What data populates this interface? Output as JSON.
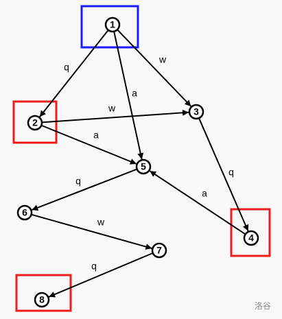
{
  "diagram": {
    "nodes": [
      {
        "id": "1",
        "label": "1",
        "highlight": "#1a1aff"
      },
      {
        "id": "2",
        "label": "2",
        "highlight": "#ee1c1c"
      },
      {
        "id": "3",
        "label": "3"
      },
      {
        "id": "4",
        "label": "4",
        "highlight": "#ee1c1c"
      },
      {
        "id": "5",
        "label": "5"
      },
      {
        "id": "6",
        "label": "6"
      },
      {
        "id": "7",
        "label": "7"
      },
      {
        "id": "8",
        "label": "8",
        "highlight": "#ee1c1c"
      }
    ],
    "edges": [
      {
        "from": "1",
        "to": "2",
        "label": "q"
      },
      {
        "from": "1",
        "to": "5",
        "label": "a"
      },
      {
        "from": "1",
        "to": "3",
        "label": "w"
      },
      {
        "from": "2",
        "to": "3",
        "label": "w"
      },
      {
        "from": "2",
        "to": "5",
        "label": "a"
      },
      {
        "from": "3",
        "to": "4",
        "label": "q"
      },
      {
        "from": "4",
        "to": "5",
        "label": "a"
      },
      {
        "from": "5",
        "to": "6",
        "label": "q"
      },
      {
        "from": "6",
        "to": "7",
        "label": "w"
      },
      {
        "from": "7",
        "to": "8",
        "label": "q"
      }
    ]
  },
  "watermark": "洛谷"
}
